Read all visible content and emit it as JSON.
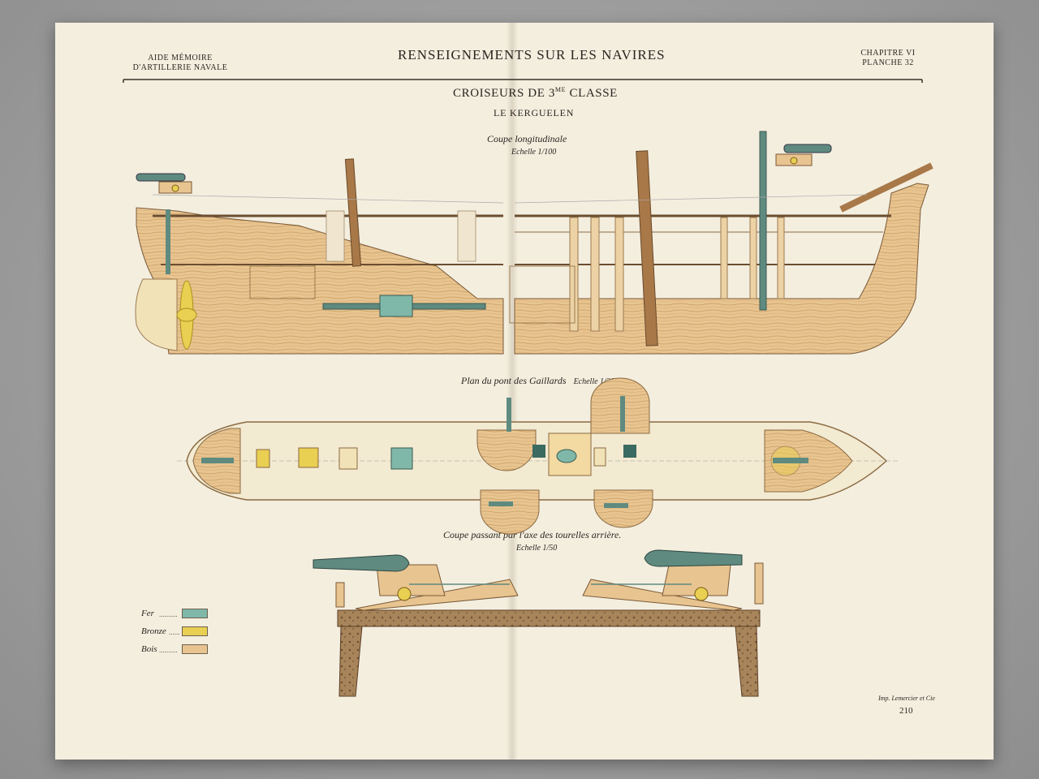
{
  "header": {
    "left_line1": "AIDE MÉMOIRE",
    "left_line2": "D'ARTILLERIE NAVALE",
    "center": "RENSEIGNEMENTS SUR LES NAVIRES",
    "right_line1": "CHAPITRE VI",
    "right_line2": "PLANCHE 32"
  },
  "title": {
    "line1_prefix": "CROISEURS DE 3",
    "line1_sup": "ME",
    "line1_suffix": " CLASSE",
    "line2": "LE KERGUELEN"
  },
  "sections": {
    "longitudinal": {
      "caption": "Coupe longitudinale",
      "scale_label": "Echelle ",
      "scale_fraction": "1/100"
    },
    "deck_plan": {
      "caption": "Plan du pont des Gaillards",
      "scale_label": "Echelle ",
      "scale_fraction": "1/200"
    },
    "turret_section": {
      "caption": "Coupe passant par l'axe des tourelles arrière.",
      "scale_label": "Echelle ",
      "scale_fraction": "1/50"
    }
  },
  "legend": [
    {
      "label": "Fer",
      "color": "#7fb8a8"
    },
    {
      "label": "Bronze",
      "color": "#e9cf52"
    },
    {
      "label": "Bois",
      "color": "#e8c490"
    }
  ],
  "footer": {
    "imprint": "Imp. Lemercier et Cie",
    "page_number": "210"
  },
  "colors": {
    "paper": "#f4eedf",
    "wood": "#e8c490",
    "iron": "#5f8a80",
    "bronze": "#e9cf52",
    "ink": "#2a2420"
  }
}
